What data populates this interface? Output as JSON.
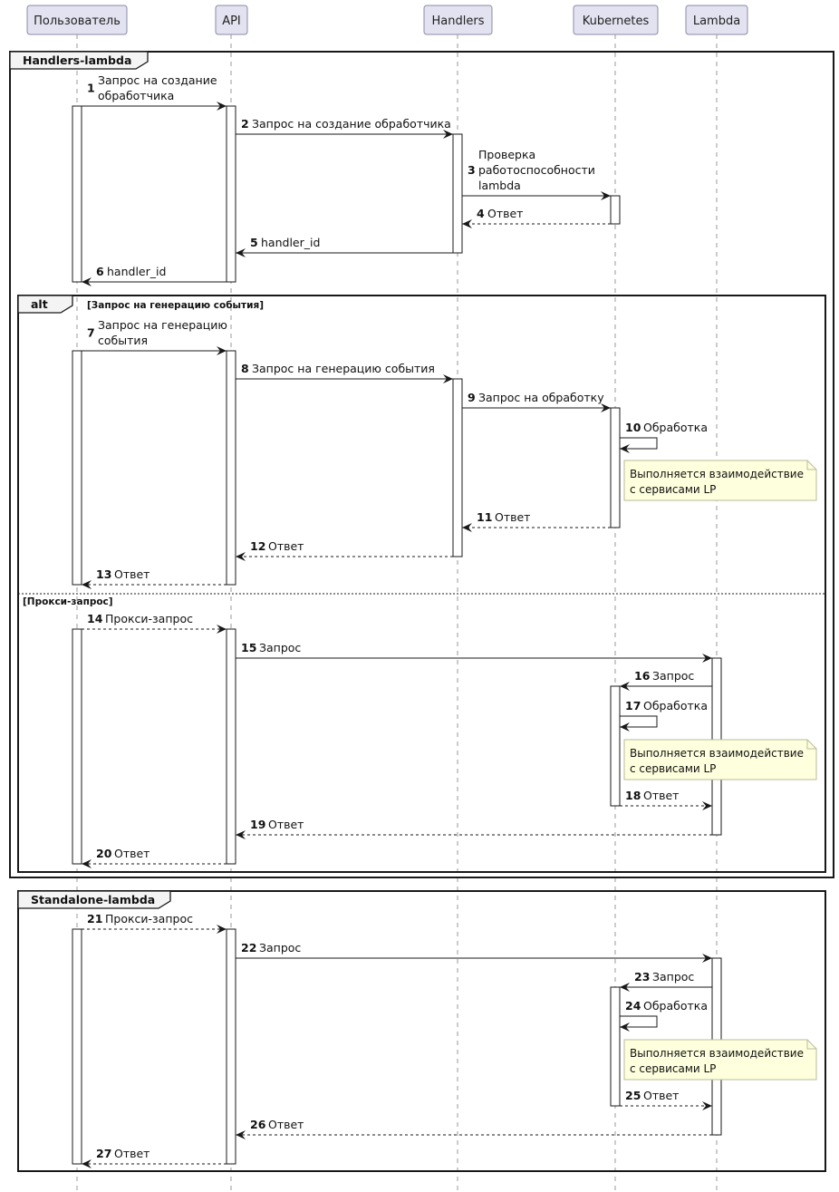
{
  "participants": [
    {
      "id": "user",
      "label": "Пользователь"
    },
    {
      "id": "api",
      "label": "API"
    },
    {
      "id": "handlers",
      "label": "Handlers"
    },
    {
      "id": "k8s",
      "label": "Kubernetes"
    },
    {
      "id": "lambda",
      "label": "Lambda"
    }
  ],
  "groups": {
    "handlers_lambda": "Handlers-lambda",
    "alt": "alt",
    "alt_cond1": "[Запрос на генерацию события]",
    "alt_cond2": "[Прокси-запрос]",
    "standalone": "Standalone-lambda"
  },
  "messages": [
    {
      "n": "1",
      "from": "user",
      "to": "api",
      "lines": [
        "Запрос на создание",
        "обработчика"
      ],
      "dashed": false
    },
    {
      "n": "2",
      "from": "api",
      "to": "handlers",
      "lines": [
        "Запрос на создание обработчика"
      ],
      "dashed": false
    },
    {
      "n": "3",
      "from": "handlers",
      "to": "k8s",
      "lines": [
        "Проверка",
        "работоспособности",
        "lambda"
      ],
      "dashed": false
    },
    {
      "n": "4",
      "from": "k8s",
      "to": "handlers",
      "lines": [
        "Ответ"
      ],
      "dashed": true
    },
    {
      "n": "5",
      "from": "handlers",
      "to": "api",
      "lines": [
        "handler_id"
      ],
      "dashed": false
    },
    {
      "n": "6",
      "from": "api",
      "to": "user",
      "lines": [
        "handler_id"
      ],
      "dashed": false
    },
    {
      "n": "7",
      "from": "user",
      "to": "api",
      "lines": [
        "Запрос на генерацию",
        "события"
      ],
      "dashed": false
    },
    {
      "n": "8",
      "from": "api",
      "to": "handlers",
      "lines": [
        "Запрос на генерацию события"
      ],
      "dashed": false
    },
    {
      "n": "9",
      "from": "handlers",
      "to": "k8s",
      "lines": [
        "Запрос на обработку"
      ],
      "dashed": false
    },
    {
      "n": "10",
      "from": "k8s",
      "to": "k8s",
      "lines": [
        "Обработка"
      ],
      "dashed": false
    },
    {
      "n": "11",
      "from": "k8s",
      "to": "handlers",
      "lines": [
        "Ответ"
      ],
      "dashed": true
    },
    {
      "n": "12",
      "from": "handlers",
      "to": "api",
      "lines": [
        "Ответ"
      ],
      "dashed": true
    },
    {
      "n": "13",
      "from": "api",
      "to": "user",
      "lines": [
        "Ответ"
      ],
      "dashed": true
    },
    {
      "n": "14",
      "from": "user",
      "to": "api",
      "lines": [
        "Прокси-запрос"
      ],
      "dashed": true
    },
    {
      "n": "15",
      "from": "api",
      "to": "lambda",
      "lines": [
        "Запрос"
      ],
      "dashed": false
    },
    {
      "n": "16",
      "from": "lambda",
      "to": "k8s",
      "lines": [
        "Запрос"
      ],
      "dashed": false
    },
    {
      "n": "17",
      "from": "k8s",
      "to": "k8s",
      "lines": [
        "Обработка"
      ],
      "dashed": false
    },
    {
      "n": "18",
      "from": "k8s",
      "to": "lambda",
      "lines": [
        "Ответ"
      ],
      "dashed": true
    },
    {
      "n": "19",
      "from": "lambda",
      "to": "api",
      "lines": [
        "Ответ"
      ],
      "dashed": true
    },
    {
      "n": "20",
      "from": "api",
      "to": "user",
      "lines": [
        "Ответ"
      ],
      "dashed": true
    },
    {
      "n": "21",
      "from": "user",
      "to": "api",
      "lines": [
        "Прокси-запрос"
      ],
      "dashed": true
    },
    {
      "n": "22",
      "from": "api",
      "to": "lambda",
      "lines": [
        "Запрос"
      ],
      "dashed": false
    },
    {
      "n": "23",
      "from": "lambda",
      "to": "k8s",
      "lines": [
        "Запрос"
      ],
      "dashed": false
    },
    {
      "n": "24",
      "from": "k8s",
      "to": "k8s",
      "lines": [
        "Обработка"
      ],
      "dashed": false
    },
    {
      "n": "25",
      "from": "k8s",
      "to": "lambda",
      "lines": [
        "Ответ"
      ],
      "dashed": true
    },
    {
      "n": "26",
      "from": "lambda",
      "to": "api",
      "lines": [
        "Ответ"
      ],
      "dashed": true
    },
    {
      "n": "27",
      "from": "api",
      "to": "user",
      "lines": [
        "Ответ"
      ],
      "dashed": true
    }
  ],
  "notes": [
    {
      "lines": [
        "Выполняется взаимодействие",
        "с сервисами LP"
      ]
    },
    {
      "lines": [
        "Выполняется взаимодействие",
        "с сервисами LP"
      ]
    },
    {
      "lines": [
        "Выполняется взаимодействие",
        "с сервисами LP"
      ]
    }
  ],
  "colors": {
    "participant_fill": "#E2E2F0",
    "participant_stroke": "#8B8BA8",
    "note_fill": "#FEFFDD",
    "note_stroke": "#BBBB99",
    "line": "#181818"
  }
}
